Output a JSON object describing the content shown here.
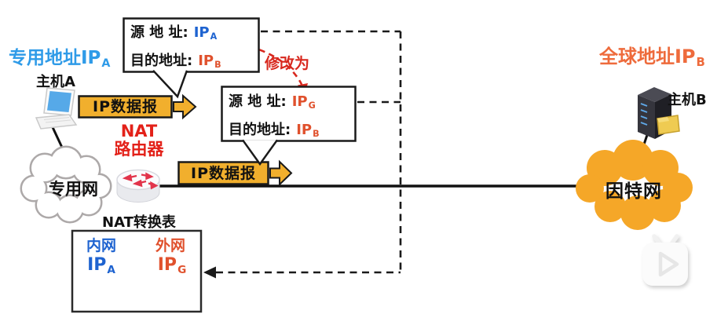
{
  "colors": {
    "private_blue": "#2F9BE8",
    "ip_blue": "#1E63D0",
    "ip_orange": "#E0512D",
    "nat_red": "#E32119",
    "modify_red": "#D8281E",
    "global_orange": "#EE6B3C",
    "arrow_yellow": "#F1AF2D",
    "internet_orange": "#F5A728"
  },
  "left": {
    "private_address": {
      "base": "专用地址IP",
      "sub": "A"
    },
    "host_a": "主机A",
    "nat_line1": "NAT",
    "nat_line2": "路由器",
    "private_net": "专用网"
  },
  "packets": {
    "arrow1_label": "IP数据报",
    "arrow2_label": "IP数据报",
    "modify_note": "修改为",
    "before": {
      "source_label": "源 地 址:",
      "source_ip": {
        "base": "IP",
        "sub": "A"
      },
      "dest_label": "目的地址:",
      "dest_ip": {
        "base": "IP",
        "sub": "B"
      }
    },
    "after": {
      "source_label": "源 地 址:",
      "source_ip": {
        "base": "IP",
        "sub": "G"
      },
      "dest_label": "目的地址:",
      "dest_ip": {
        "base": "IP",
        "sub": "B"
      }
    }
  },
  "nat_table": {
    "title": "NAT转换表",
    "col_internal": "内网",
    "col_external": "外网",
    "row_internal": {
      "base": "IP",
      "sub": "A"
    },
    "row_external": {
      "base": "IP",
      "sub": "G"
    }
  },
  "right": {
    "global_address": {
      "base": "全球地址IP",
      "sub": "B"
    },
    "host_b": "主机B",
    "internet": "因特网"
  }
}
